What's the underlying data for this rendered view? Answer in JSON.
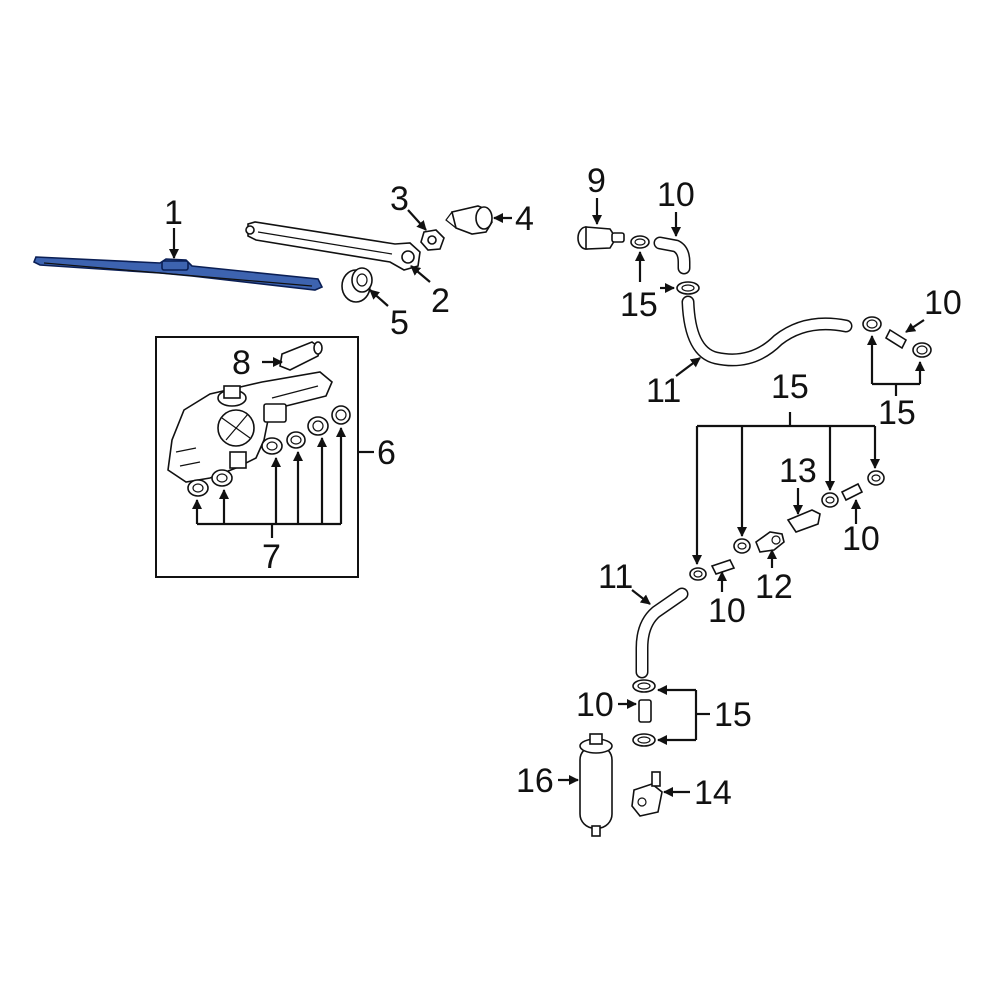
{
  "highlight_color": "#3d63b0",
  "callouts": {
    "c1": "1",
    "c2": "2",
    "c3": "3",
    "c4": "4",
    "c5": "5",
    "c6": "6",
    "c7": "7",
    "c8": "8",
    "c9": "9",
    "c10a": "10",
    "c10b": "10",
    "c10c": "10",
    "c10d": "10",
    "c10e": "10",
    "c11a": "11",
    "c11b": "11",
    "c12": "12",
    "c13": "13",
    "c14": "14",
    "c15a": "15",
    "c15b": "15",
    "c15c": "15",
    "c15d": "15",
    "c16": "16"
  }
}
